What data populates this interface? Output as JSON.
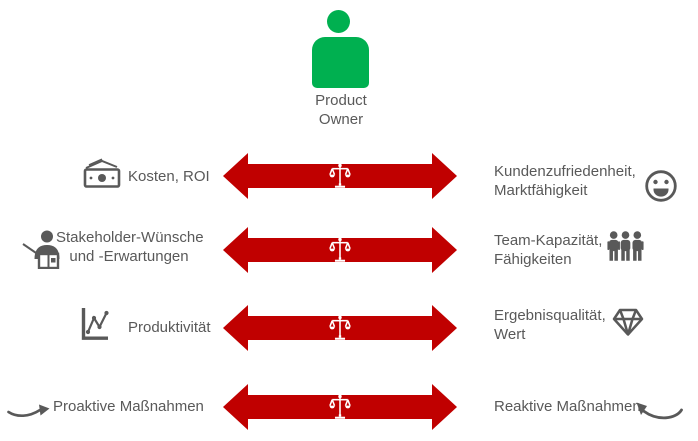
{
  "title": "Product Owner balance diagram",
  "colors": {
    "red": "#c00000",
    "green": "#00b050",
    "gray": "#595959"
  },
  "header": {
    "icon": "person-icon",
    "label_line1": "Product",
    "label_line2": "Owner"
  },
  "center_icon": "balance-scale-icon",
  "rows": [
    {
      "left": {
        "icon": "money-icon",
        "label_line1": "Kosten, ROI"
      },
      "right": {
        "icon": "smiley-icon",
        "label_line1": "Kundenzufriedenheit,",
        "label_line2": "Marktfähigkeit"
      }
    },
    {
      "left": {
        "icon": "presenter-icon",
        "label_line1": "Stakeholder-Wünsche",
        "label_line2": "und -Erwartungen"
      },
      "right": {
        "icon": "team-icon",
        "label_line1": "Team-Kapazität,",
        "label_line2": "Fähigkeiten"
      }
    },
    {
      "left": {
        "icon": "line-chart-icon",
        "label_line1": "Produktivität"
      },
      "right": {
        "icon": "diamond-icon",
        "label_line1": "Ergebnisqualität,",
        "label_line2": "Wert"
      }
    },
    {
      "left": {
        "icon": "proactive-arrow-icon",
        "label_line1": "Proaktive Maßnahmen"
      },
      "right": {
        "icon": "reactive-arrow-icon",
        "label_line1": "Reaktive Maßnahmen"
      }
    }
  ]
}
